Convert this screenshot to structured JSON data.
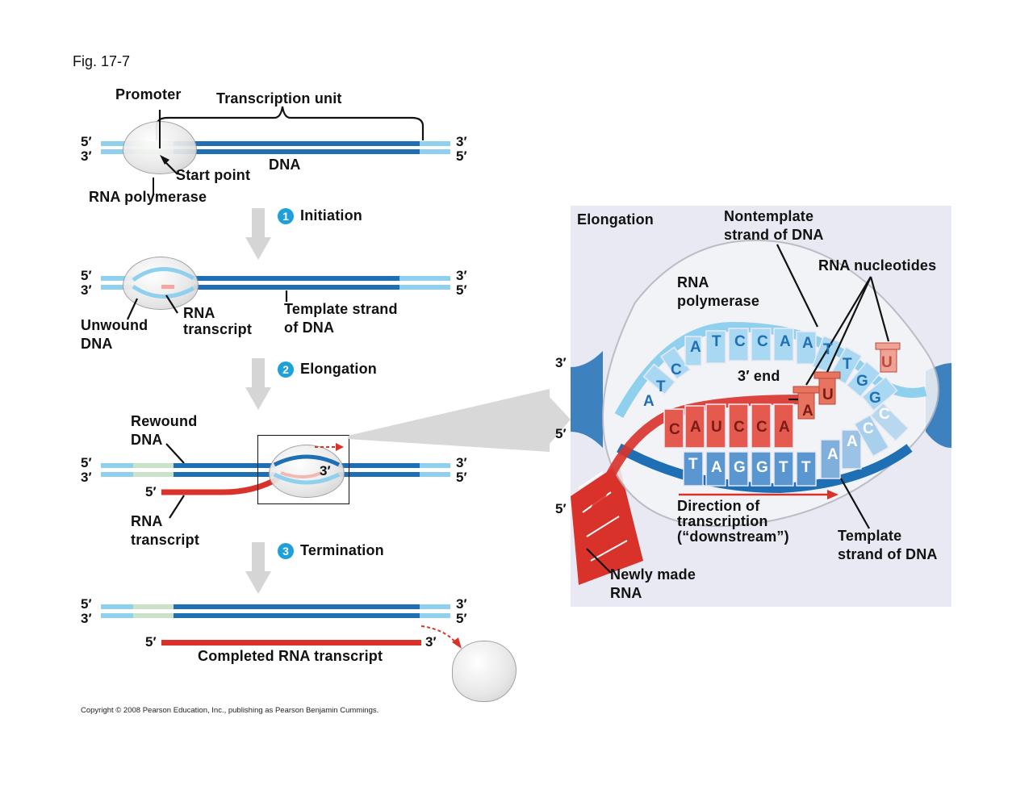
{
  "figure": {
    "fig_label": "Fig. 17-7",
    "copyright": "Copyright © 2008 Pearson Education, Inc., publishing as Pearson Benjamin Cummings."
  },
  "ends": {
    "five_prime": "5′",
    "three_prime": "3′"
  },
  "top_diagram": {
    "promoter": "Promoter",
    "transcription_unit": "Transcription unit",
    "dna": "DNA",
    "start_point": "Start point",
    "rna_polymerase": "RNA polymerase"
  },
  "steps": [
    {
      "number": "1",
      "label": "Initiation"
    },
    {
      "number": "2",
      "label": "Elongation"
    },
    {
      "number": "3",
      "label": "Termination"
    }
  ],
  "initiation": {
    "unwound_dna_1": "Unwound",
    "unwound_dna_2": "DNA",
    "rna_transcript_1": "RNA",
    "rna_transcript_2": "transcript",
    "template_strand_1": "Template strand",
    "template_strand_2": "of DNA"
  },
  "elongation_small": {
    "rewound_1": "Rewound",
    "rewound_2": "DNA",
    "rna_transcript_1": "RNA",
    "rna_transcript_2": "transcript"
  },
  "termination": {
    "completed": "Completed RNA transcript"
  },
  "panel": {
    "title": "Elongation",
    "nontemplate_1": "Nontemplate",
    "nontemplate_2": "strand of DNA",
    "rna_nucleotides": "RNA nucleotides",
    "rna_polymerase_1": "RNA",
    "rna_polymerase_2": "polymerase",
    "three_end": "3′ end",
    "direction_1": "Direction of",
    "direction_2": "transcription",
    "direction_3": "(“downstream”)",
    "template_1": "Template",
    "template_2": "strand of DNA",
    "newly_1": "Newly made",
    "newly_2": "RNA",
    "top_bases": [
      "A",
      "T",
      "C",
      "C",
      "A",
      "A",
      "T",
      "T",
      "G",
      "G"
    ],
    "left_bases": [
      "A",
      "T",
      "C"
    ],
    "rna_bases": [
      "C",
      "A",
      "U",
      "C",
      "C",
      "A"
    ],
    "template_bases": [
      "T",
      "A",
      "G",
      "G",
      "T",
      "T",
      "A",
      "A",
      "C",
      "C"
    ],
    "incoming": [
      "A",
      "U",
      "U"
    ]
  },
  "colors": {
    "dna_dark": "#1f6fb5",
    "dna_light": "#8ed0ee",
    "rna": "#d9322b",
    "promoter": "#c9e2c8",
    "step_circle": "#1ea0d8"
  }
}
